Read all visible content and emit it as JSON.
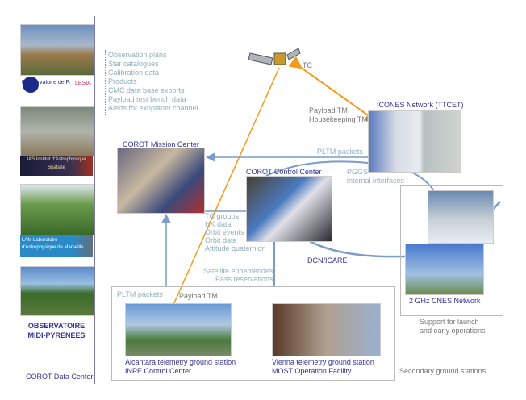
{
  "left_column": {
    "logos": [
      "l'Observatoire de Paris",
      "LESIA",
      "IAS Institut d'Astrophysique Spatiale",
      "LAM Laboratoire d'Astrophysique de Marseille"
    ],
    "omp": [
      "OBSERVATOIRE",
      "MIDI-PYRENEES"
    ],
    "data_center": "COROT Data Center"
  },
  "data_list": [
    "Observation plans",
    "Star catalogues",
    "Calibration data",
    "Products",
    "CMC data base exports",
    "Payload test bench data",
    "Alerts for exoplanet channel"
  ],
  "tc": "TC",
  "payload_tm": [
    "Payload TM",
    "Housekeeping TM"
  ],
  "icones": "ICONES Network (TTCET)",
  "pltm_packets": "PLTM packets",
  "mission_center": "COROT Mission Center",
  "control_center": "COROT Control Center",
  "pggs": [
    "PGGS",
    "internal interfaces"
  ],
  "tc_list": [
    "TC groups",
    "HK data",
    "Orbit events",
    "Orbit data",
    "Attitude quaternion"
  ],
  "ephem": [
    "Satellite ephemerides",
    "Pass reservations"
  ],
  "dcn": "DCN/ICARE",
  "cnes": "2 GHz CNES Network",
  "support": [
    "Support for launch",
    "and early operations"
  ],
  "bottom": {
    "pltm": "PLTM packets",
    "payload": "Payload TM",
    "alcantara": [
      "Alcantara telemetry ground station",
      "INPE Control Center"
    ],
    "vienna": [
      "Vienna telemetry ground station",
      "MOST Operation Facility"
    ],
    "secondary": "Secondary ground stations"
  },
  "colors": {
    "orange": "#f59a1a",
    "link": "#7a9cc8",
    "title": "#33339a"
  }
}
